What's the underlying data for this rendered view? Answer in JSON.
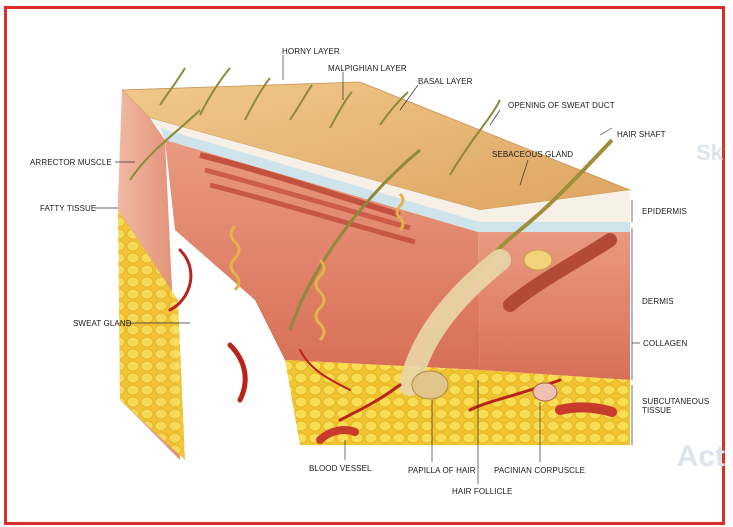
{
  "figure": {
    "labels": {
      "horny_layer": "HORNY LAYER",
      "malpighian_layer": "MALPIGHIAN LAYER",
      "basal_layer": "BASAL LAYER",
      "opening_of_sweat_duct": "OPENING OF SWEAT DUCT",
      "hair_shaft": "HAIR SHAFT",
      "sebaceous_gland": "SEBACEOUS GLAND",
      "arrector_muscle": "ARRECTOR MUSCLE",
      "fatty_tissue": "FATTY TISSUE",
      "sweat_gland": "SWEAT GLAND",
      "epidermis": "EPIDERMIS",
      "dermis": "DERMIS",
      "collagen": "COLLAGEN",
      "subcutaneous_line1": "SUBCUTANEOUS",
      "subcutaneous_line2": "TISSUE",
      "blood_vessel": "BLOOD VESSEL",
      "papilla_of_hair": "PAPILLA OF HAIR",
      "pacinian_corpuscle": "PACINIAN CORPUSCLE",
      "hair_follicle": "HAIR FOLLICLE"
    }
  },
  "colors": {
    "frame_border": "#d9302b",
    "skin_surface": "#e8b878",
    "epidermis": "#cfe3ea",
    "dermis": "#e4876e",
    "dermis_dark": "#c9543f",
    "fat": "#f4cf3a",
    "vessel": "#c0271d",
    "hair": "#9a9a3a"
  }
}
